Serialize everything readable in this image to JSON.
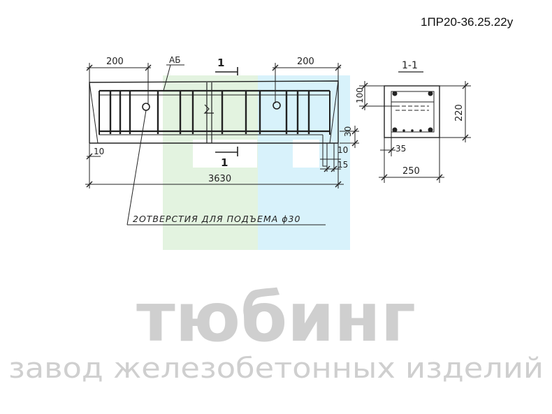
{
  "title": "1ПР20-36.25.22у",
  "drawing": {
    "dim_left_offset": "200",
    "dim_right_offset": "200",
    "label_ab": "АБ",
    "section_mark": "1",
    "section_mark_bottom": "1",
    "dim_30": "30",
    "dim_10_left": "10",
    "dim_10_right": "10",
    "dim_15": "15",
    "total_length": "3630",
    "holes_note": "2ОТВЕРСТИЯ ДЛЯ ПОДЪЕМА ϕ30"
  },
  "section": {
    "label": "1-1",
    "dim_100": "100",
    "dim_220": "220",
    "dim_35": "35",
    "dim_250": "250"
  },
  "watermark": {
    "brand": "тюбинг",
    "tagline": "завод железобетонных изделий",
    "green": "#e3f3e0",
    "blue": "#d8f2fb"
  }
}
